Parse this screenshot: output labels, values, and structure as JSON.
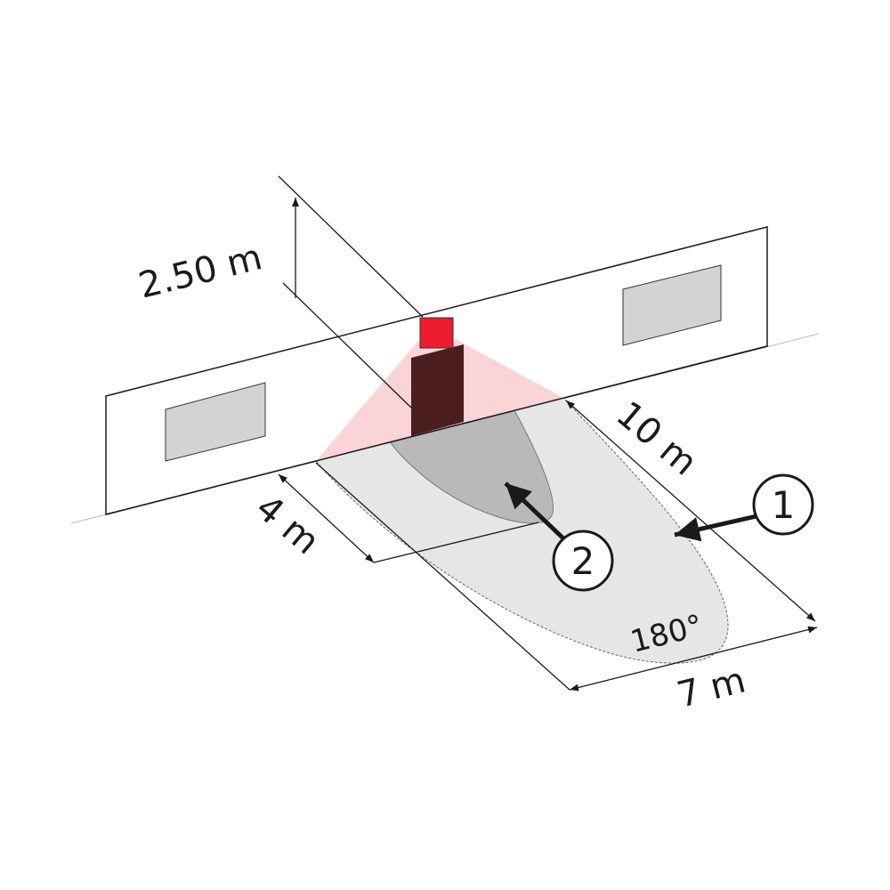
{
  "labels": {
    "height": "2.50 m",
    "range_length": "10 m",
    "near_width": "4 m",
    "far_width": "7 m",
    "angle": "180°",
    "callout_1": "1",
    "callout_2": "2"
  },
  "colors": {
    "sensor": "#ed1c2e",
    "beam": "#f9cfd3",
    "bar": "#4a1e1f",
    "zone_outer": "#e6e6e6",
    "zone_inner": "#b9b9b9",
    "window": "#d3d3d3"
  }
}
